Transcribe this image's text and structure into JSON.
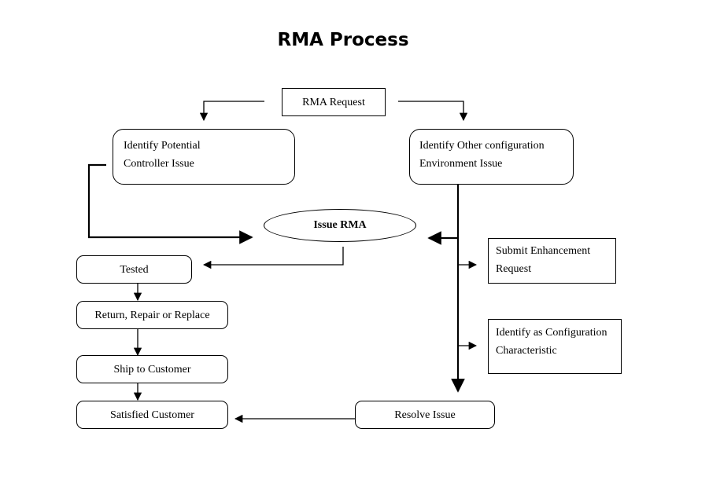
{
  "title": "RMA Process",
  "nodes": {
    "rma_request": "RMA Request",
    "identify_controller": [
      "Identify Potential",
      "Controller Issue"
    ],
    "identify_other": [
      "Identify Other configuration",
      "Environment Issue"
    ],
    "issue_rma": "Issue RMA",
    "tested": "Tested",
    "return_repair": "Return, Repair or Replace",
    "ship": "Ship to Customer",
    "satisfied": "Satisfied Customer",
    "resolve": "Resolve Issue",
    "submit_enhancement": [
      "Submit Enhancement",
      "Request"
    ],
    "identify_config": [
      "Identify as Configuration",
      "Characteristic"
    ]
  }
}
